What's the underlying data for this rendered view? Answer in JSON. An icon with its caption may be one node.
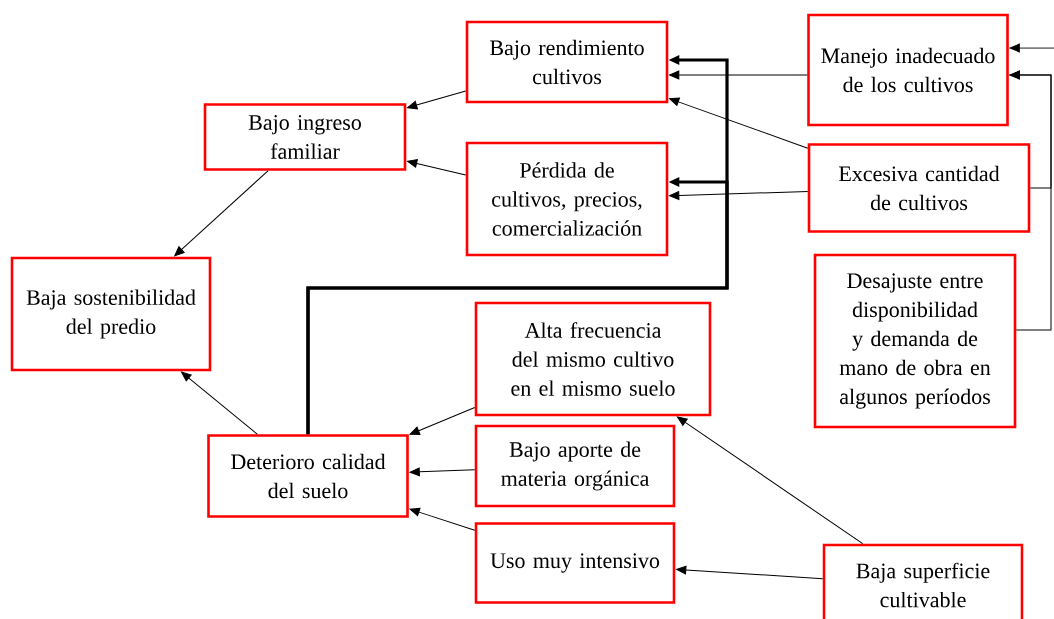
{
  "diagram": {
    "nodes": [
      {
        "text": [
          "Bajo ingreso familiar"
        ]
      },
      {
        "text": [
          "Bajo rendimiento cultivos"
        ]
      },
      {
        "text": [
          "Pérdida de cultivos, precios, comercialización"
        ]
      },
      {
        "text": [
          "Manejo inadecuado de los cultivos"
        ]
      },
      {
        "text": [
          "Excesiva cantidad de cultivos"
        ]
      },
      {
        "text": [
          "Baja sostenibilidad del predio"
        ]
      },
      {
        "text": [
          "Desajuste entre disponibilidad y demanda de mano de obra en algunos períodos"
        ]
      },
      {
        "text": [
          "Alta frecuencia del mismo cultivo en el mismo suelo"
        ]
      },
      {
        "text": [
          "Deterioro calidad del suelo"
        ]
      },
      {
        "text": [
          "Bajo aporte de materia orgánica"
        ]
      },
      {
        "text": [
          "Uso muy intensivo"
        ]
      },
      {
        "text": [
          "Baja superficie cultivable"
        ]
      }
    ],
    "edges": [
      {
        "from": 1,
        "to": 0,
        "arrow": "to"
      },
      {
        "from": 2,
        "to": 0,
        "arrow": "to"
      },
      {
        "from": 0,
        "to": 5,
        "arrow": "to"
      },
      {
        "from": 8,
        "to": 5,
        "arrow": "to"
      },
      {
        "from": 7,
        "to": 8,
        "arrow": "to"
      },
      {
        "from": 9,
        "to": 8,
        "arrow": "to"
      },
      {
        "from": 10,
        "to": 8,
        "arrow": "to"
      },
      {
        "from": 11,
        "to": 7,
        "arrow": "to"
      },
      {
        "from": 11,
        "to": 10,
        "arrow": "to"
      },
      {
        "from": 3,
        "to": 1,
        "arrow": "to"
      },
      {
        "from": 4,
        "to": 1,
        "arrow": "to"
      },
      {
        "from": 4,
        "to": 2,
        "arrow": "to"
      },
      {
        "from": 8,
        "to": 1,
        "arrow": "to",
        "style": "thick"
      },
      {
        "from": 8,
        "to": 2,
        "arrow": "to",
        "style": "thick"
      },
      {
        "from": 4,
        "to": 3,
        "arrow": "to"
      },
      {
        "from": 6,
        "to": 3,
        "arrow": "to"
      },
      {
        "from": null,
        "to": 3,
        "arrow": "to"
      }
    ]
  }
}
